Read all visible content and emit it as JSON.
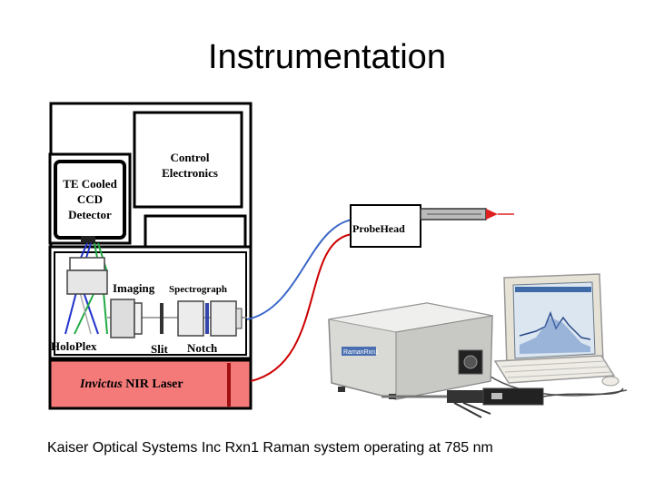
{
  "slide": {
    "title": "Instrumentation",
    "caption": "Kaiser Optical Systems Inc Rxn1 Raman system operating at 785 nm"
  },
  "diagram": {
    "control_electronics": [
      "Control",
      "Electronics"
    ],
    "ccd_detector": [
      "TE Cooled",
      "CCD",
      "Detector"
    ],
    "imaging_label": "Imaging",
    "spectrograph_label": "Spectrograph",
    "holoplex_label": "HoloPlex",
    "slit_label": "Slit",
    "notch_label": "Notch",
    "laser_italic": "Invictus",
    "laser_rest": " NIR Laser",
    "probehead_label": "ProbeHead",
    "instrument_badge": "RamanRxn1"
  },
  "colors": {
    "laser_fill": "#f47a7a",
    "laser_line": "#cc0000",
    "signal_line": "#3a66c8",
    "probe_tip": "#e02020"
  }
}
